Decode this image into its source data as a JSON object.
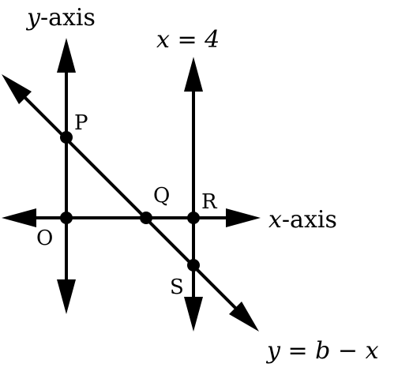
{
  "labels": {
    "y_axis_var": "y",
    "y_axis_word": "-axis",
    "x_axis_var": "x",
    "x_axis_word": "-axis",
    "vertical_line": "x = 4",
    "slanted_line": "y = b − x"
  },
  "points": [
    {
      "id": "P",
      "label": "P"
    },
    {
      "id": "O",
      "label": "O"
    },
    {
      "id": "Q",
      "label": "Q"
    },
    {
      "id": "R",
      "label": "R"
    },
    {
      "id": "S",
      "label": "S"
    }
  ],
  "colors": {
    "ink": "#000000",
    "background": "#ffffff"
  }
}
